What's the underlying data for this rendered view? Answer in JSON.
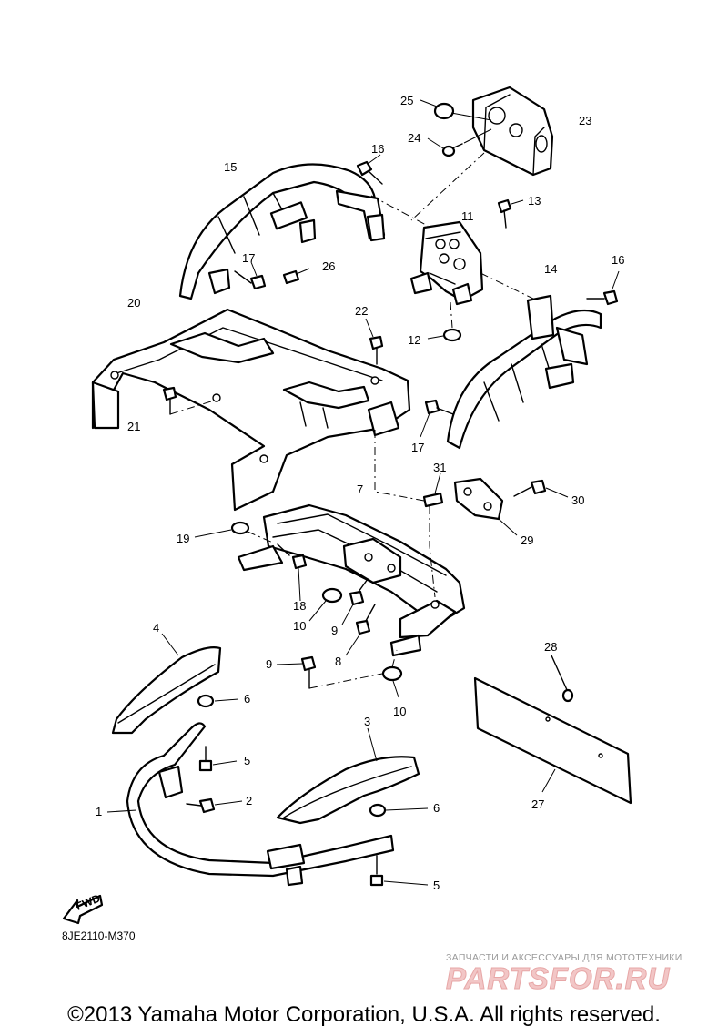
{
  "diagram": {
    "code": "8JE2110-M370",
    "fwd_label": "FWD",
    "callouts": [
      "1",
      "2",
      "3",
      "4",
      "5",
      "5",
      "6",
      "6",
      "7",
      "8",
      "9",
      "9",
      "10",
      "10",
      "11",
      "12",
      "13",
      "14",
      "15",
      "16",
      "16",
      "17",
      "17",
      "18",
      "19",
      "20",
      "21",
      "22",
      "23",
      "24",
      "25",
      "26",
      "27",
      "28",
      "29",
      "30",
      "31"
    ]
  },
  "watermark": {
    "tagline": "ЗАПЧАСТИ И АКСЕССУАРЫ ДЛЯ МОТОТЕХНИКИ",
    "brand": "PARTSFOR.RU"
  },
  "footer": {
    "copyright": "©2013 Yamaha Motor Corporation, U.S.A. All rights reserved."
  }
}
